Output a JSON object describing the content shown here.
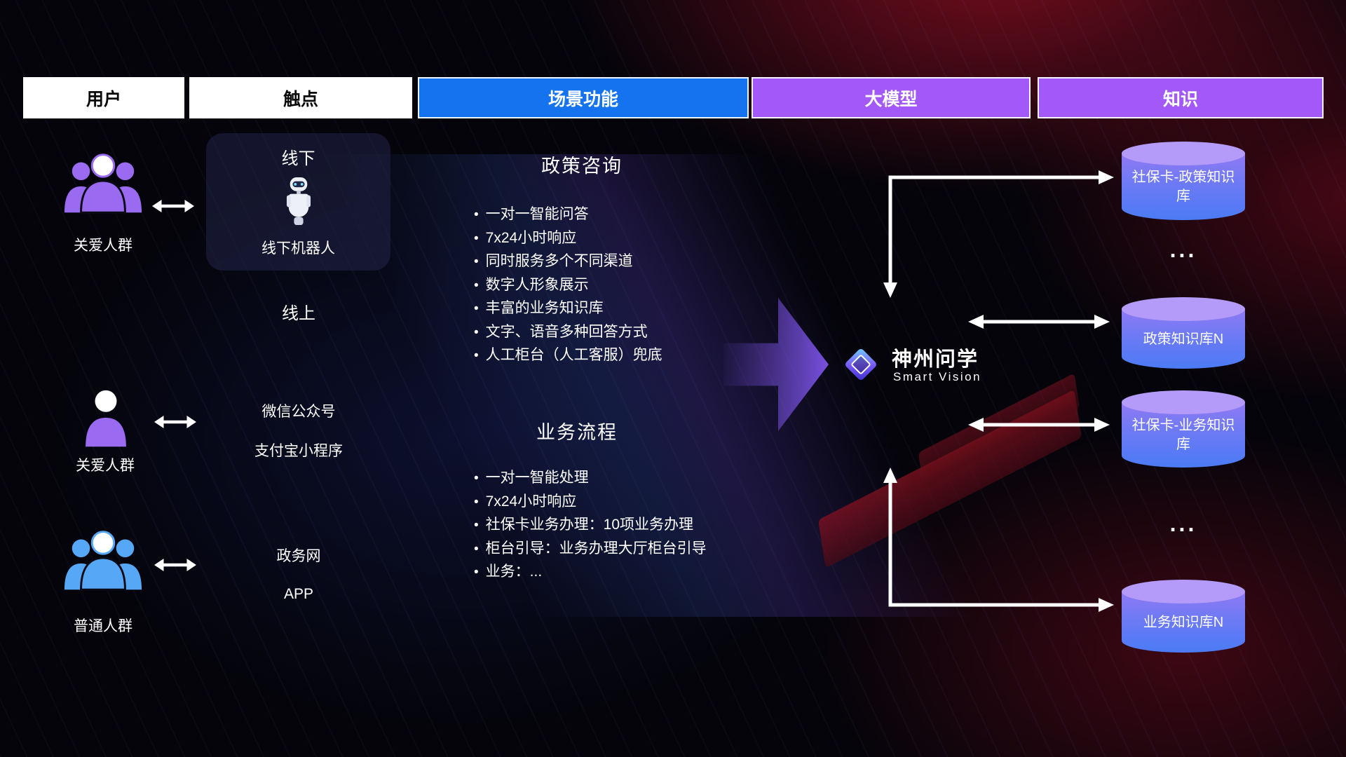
{
  "header": {
    "columns": [
      {
        "label": "用户",
        "bg": "#ffffff",
        "text": "#0a0a0a"
      },
      {
        "label": "触点",
        "bg": "#ffffff",
        "text": "#0a0a0a"
      },
      {
        "label": "场景功能",
        "bg": "#1673f0",
        "text": "#ffffff"
      },
      {
        "label": "大模型",
        "bg": "#a259f7",
        "text": "#ffffff"
      },
      {
        "label": "知识",
        "bg": "#a259f7",
        "text": "#ffffff"
      }
    ]
  },
  "users": [
    {
      "label": "关爱人群",
      "icon": "group-people-icon",
      "color": "#9a6af0"
    },
    {
      "label": "关爱人群",
      "icon": "person-icon",
      "color": "#9a6af0"
    },
    {
      "label": "普通人群",
      "icon": "group-people-icon",
      "color": "#57a7f7"
    }
  ],
  "touchpoints": {
    "offline": {
      "title": "线下",
      "device_label": "线下机器人",
      "icon": "robot-icon"
    },
    "online_title": "线上",
    "channels": [
      "微信公众号",
      "支付宝小程序",
      "政务网",
      "APP"
    ]
  },
  "scenarios": {
    "sections": [
      {
        "title": "政策咨询",
        "items": [
          "一对一智能问答",
          "7x24小时响应",
          "同时服务多个不同渠道",
          "数字人形象展示",
          "丰富的业务知识库",
          "文字、语音多种回答方式",
          "人工柜台（人工客服）兜底"
        ]
      },
      {
        "title": "业务流程",
        "items": [
          "一对一智能处理",
          "7x24小时响应",
          "社保卡业务办理：10项业务办理",
          "柜台引导：业务办理大厅柜台引导",
          "业务：..."
        ]
      }
    ]
  },
  "model": {
    "name": "神州问学",
    "subtitle": "Smart Vision",
    "icon": "diamond-logo-icon"
  },
  "knowledge": {
    "databases": [
      {
        "label": "社保卡-政策知识库"
      },
      {
        "label": "政策知识库N"
      },
      {
        "label": "社保卡-业务知识库"
      },
      {
        "label": "业务知识库N"
      }
    ],
    "ellipsis": "...",
    "db_colors": {
      "top": "#b49bf9",
      "body_start": "#8f79f3",
      "body_end": "#4b7bf5"
    }
  }
}
